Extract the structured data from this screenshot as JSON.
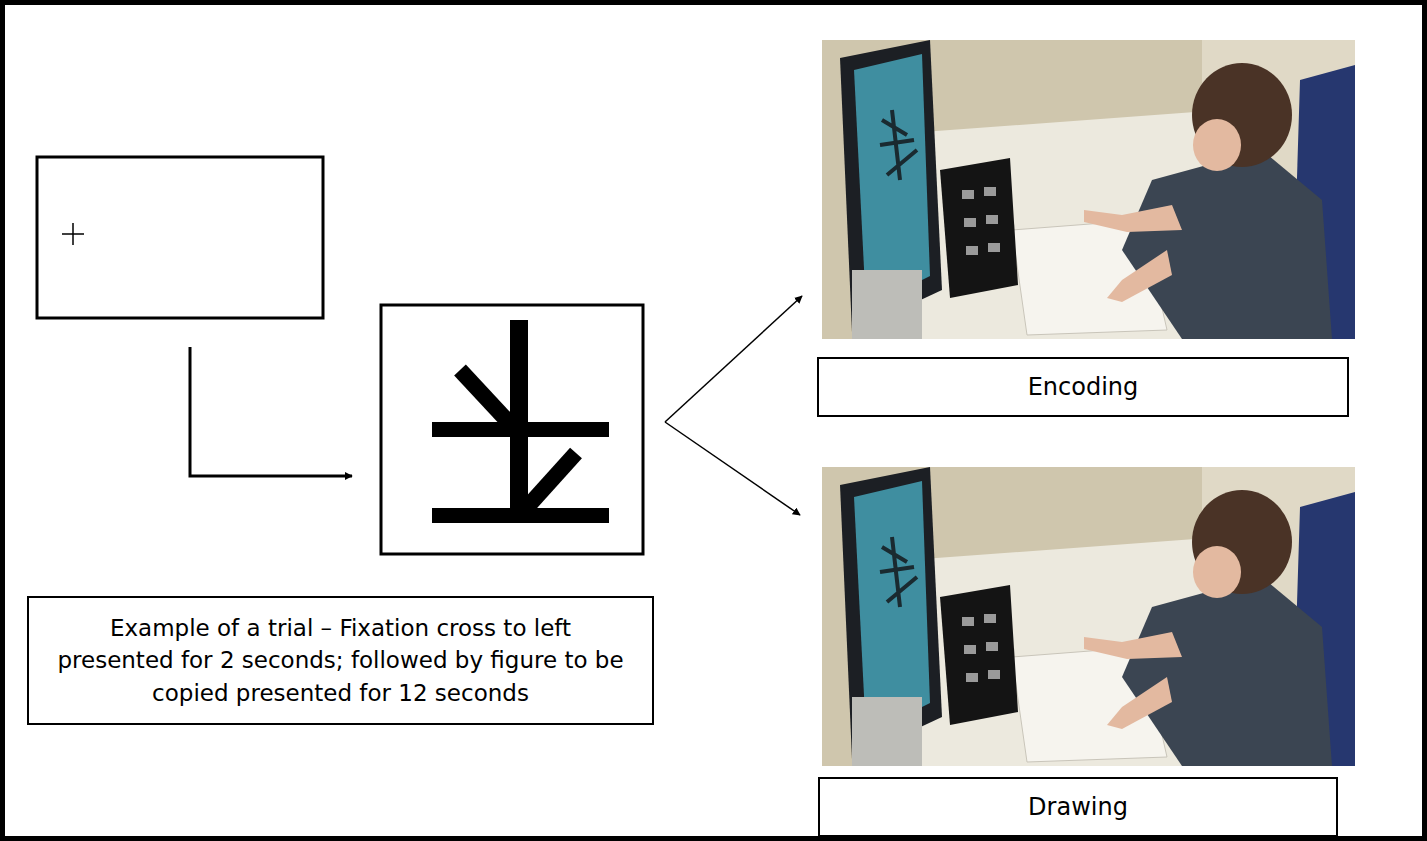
{
  "diagram": {
    "nodes": [
      {
        "text": [
          "Example of a trial – Fixation cross to left presented for 2 seconds; followed by figure to be copied presented for 12 seconds"
        ]
      },
      {
        "text": [
          "Encoding"
        ]
      },
      {
        "text": [
          "Drawing"
        ]
      }
    ]
  }
}
